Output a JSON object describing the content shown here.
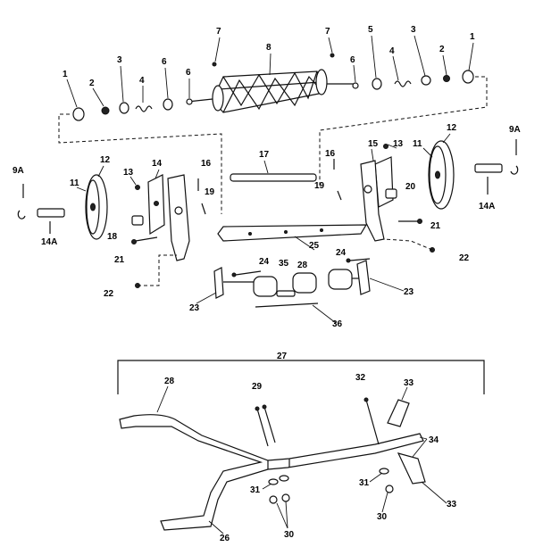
{
  "labels": {
    "l1": "1",
    "l2": "2",
    "l3": "3",
    "l4": "4",
    "l5": "5",
    "l6": "6",
    "l7": "7",
    "l8": "8",
    "l9a": "9A",
    "l11": "11",
    "l12": "12",
    "l13": "13",
    "l14": "14",
    "l14a": "14A",
    "l15": "15",
    "l16": "16",
    "l17": "17",
    "l18": "18",
    "l19": "19",
    "l20": "20",
    "l21": "21",
    "l22": "22",
    "l23": "23",
    "l24": "24",
    "l25": "25",
    "l26": "26",
    "l27": "27",
    "l28": "28",
    "l29": "29",
    "l30": "30",
    "l31": "31",
    "l32": "32",
    "l33": "33",
    "l34": "34",
    "l35": "35",
    "l36": "36"
  }
}
